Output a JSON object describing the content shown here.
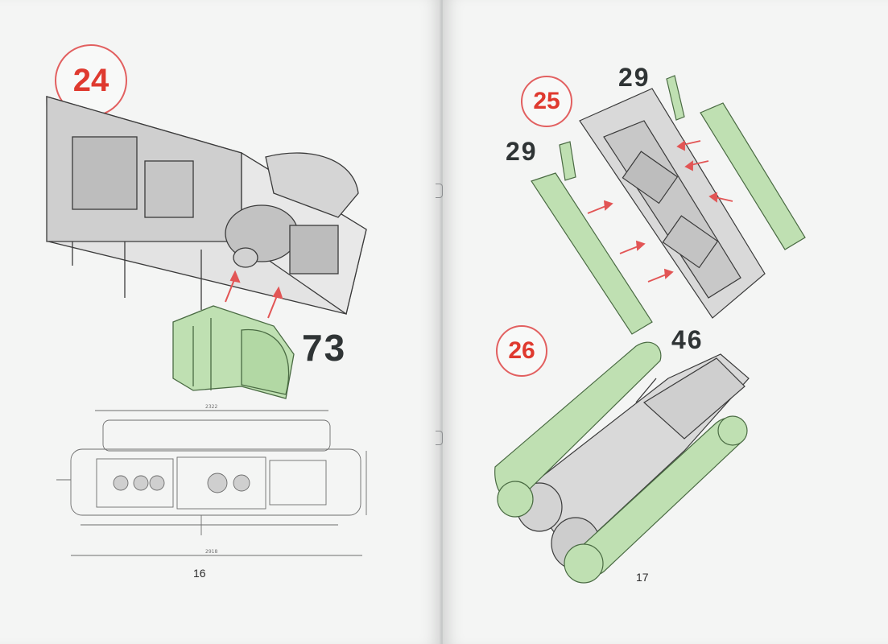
{
  "left_page": {
    "step": "24",
    "part_callout": "73",
    "page_number": "16",
    "drawing_dims": [
      "2322",
      "2918"
    ]
  },
  "right_page": {
    "step_a": "25",
    "step_b": "26",
    "callouts": [
      "29",
      "29",
      "46"
    ],
    "page_number": "17"
  },
  "colors": {
    "step_red": "#df3a2f",
    "part_green": "#bfe0b2",
    "arrow_red": "#e25555",
    "frame_gray": "#d9d9d9"
  }
}
